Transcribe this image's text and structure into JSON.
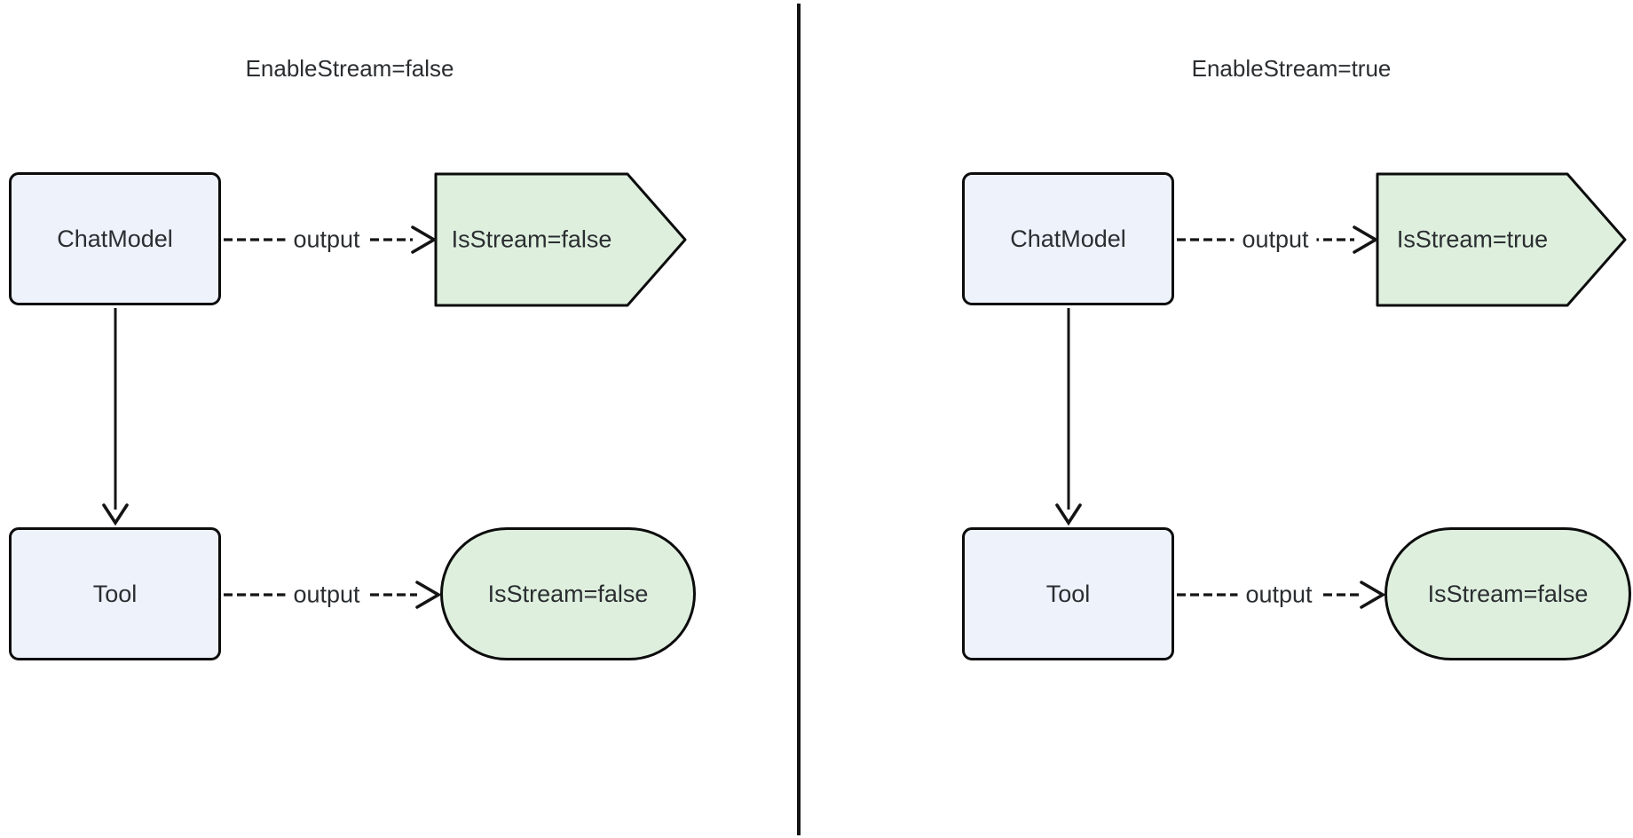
{
  "colors": {
    "node_fill": "#eef2fb",
    "node_border": "#0c0c0c",
    "result_fill": "#deefde",
    "text": "#2b2e31",
    "line": "#141414",
    "bg": "#ffffff"
  },
  "panels": [
    {
      "id": "enablestream-false",
      "title": "EnableStream=false",
      "chat_model": "ChatModel",
      "tool": "Tool",
      "chat_output_edge_label": "output",
      "tool_output_edge_label": "output",
      "chat_result": "IsStream=false",
      "tool_result": "IsStream=false"
    },
    {
      "id": "enablestream-true",
      "title": "EnableStream=true",
      "chat_model": "ChatModel",
      "tool": "Tool",
      "chat_output_edge_label": "output",
      "tool_output_edge_label": "output",
      "chat_result": "IsStream=true",
      "tool_result": "IsStream=false"
    }
  ]
}
